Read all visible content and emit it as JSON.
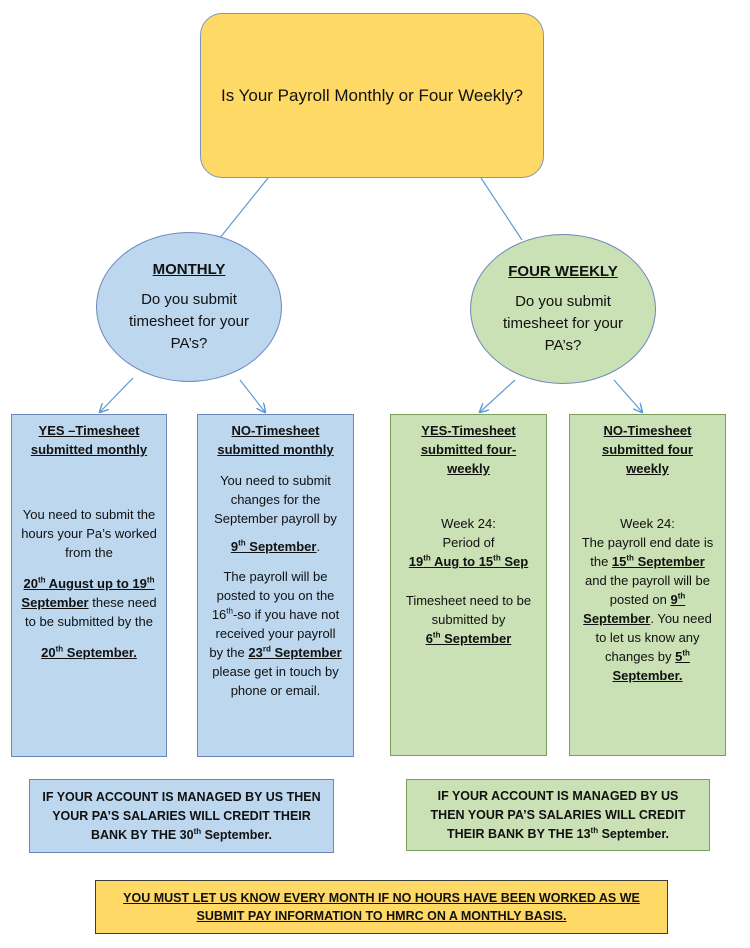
{
  "top": {
    "question": "Is Your Payroll Monthly or Four Weekly?"
  },
  "monthly": {
    "title": "MONTHLY",
    "question": "Do you submit timesheet for your PA’s?",
    "yes": {
      "heading": "YES –Timesheet submitted monthly",
      "line1": "You need to submit the hours your Pa’s worked from the",
      "period_a": "20",
      "period_a_sup": "th",
      "period_b": " August up to 19",
      "period_b_sup": "th",
      "period_c": " September",
      "line2": " these need to be submitted by the",
      "deadline": "20",
      "deadline_sup": "th",
      "deadline_rest": " September."
    },
    "no": {
      "heading": "NO-Timesheet submitted monthly",
      "line1": "You need to submit changes for the September payroll by",
      "date": "9",
      "date_sup": "th",
      "date_rest": " September",
      "dot": ".",
      "line2a": "The payroll will be posted to you on the 16",
      "line2a_sup": "th",
      "line2b": "-so if you have not received your payroll by the ",
      "line2c": "23",
      "line2c_sup": "rd",
      "line2d": " September",
      "line2e": " please get in touch by phone or email."
    }
  },
  "four_weekly": {
    "title": "FOUR WEEKLY",
    "question": "Do you submit timesheet for your PA’s?",
    "yes": {
      "heading": "YES-Timesheet submitted four-weekly",
      "week": "Week 24:",
      "period_label": "Period of",
      "period_a": "19",
      "period_a_sup": "th",
      "period_b": " Aug to 15",
      "period_b_sup": "th",
      "period_c": " Sep",
      "line2": "Timesheet need to be submitted by",
      "deadline": "6",
      "deadline_sup": "th",
      "deadline_rest": " September"
    },
    "no": {
      "heading": "NO-Timesheet submitted four weekly",
      "week": "Week 24:",
      "line1": "The payroll end date is the ",
      "end": "15",
      "end_sup": "th",
      "end_rest": " September",
      "line2": " and the payroll will be posted on ",
      "post": "9",
      "post_sup": "th",
      "post_rest": " September",
      "line3": ". You need to let us know any changes by ",
      "change": "5",
      "change_sup": "th",
      "change_rest": " September."
    }
  },
  "notes": {
    "monthly_a": "IF YOUR ACCOUNT IS MANAGED BY US THEN YOUR PA’S SALARIES WILL CREDIT THEIR BANK BY THE 30",
    "monthly_sup": "th",
    "monthly_b": " September.",
    "four_a": "IF YOUR ACCOUNT IS MANAGED BY US THEN YOUR PA’S SALARIES WILL CREDIT THEIR BANK BY THE 13",
    "four_sup": "th",
    "four_b": " September."
  },
  "bottom": "YOU MUST LET US KNOW EVERY MONTH IF NO HOURS HAVE BEEN WORKED AS WE SUBMIT PAY INFORMATION TO HMRC ON A MONTHLY BASIS.",
  "colors": {
    "yellow": "#ffd966",
    "blue": "#bdd7ee",
    "green": "#c9e1b4",
    "line": "#5b9bd5"
  }
}
